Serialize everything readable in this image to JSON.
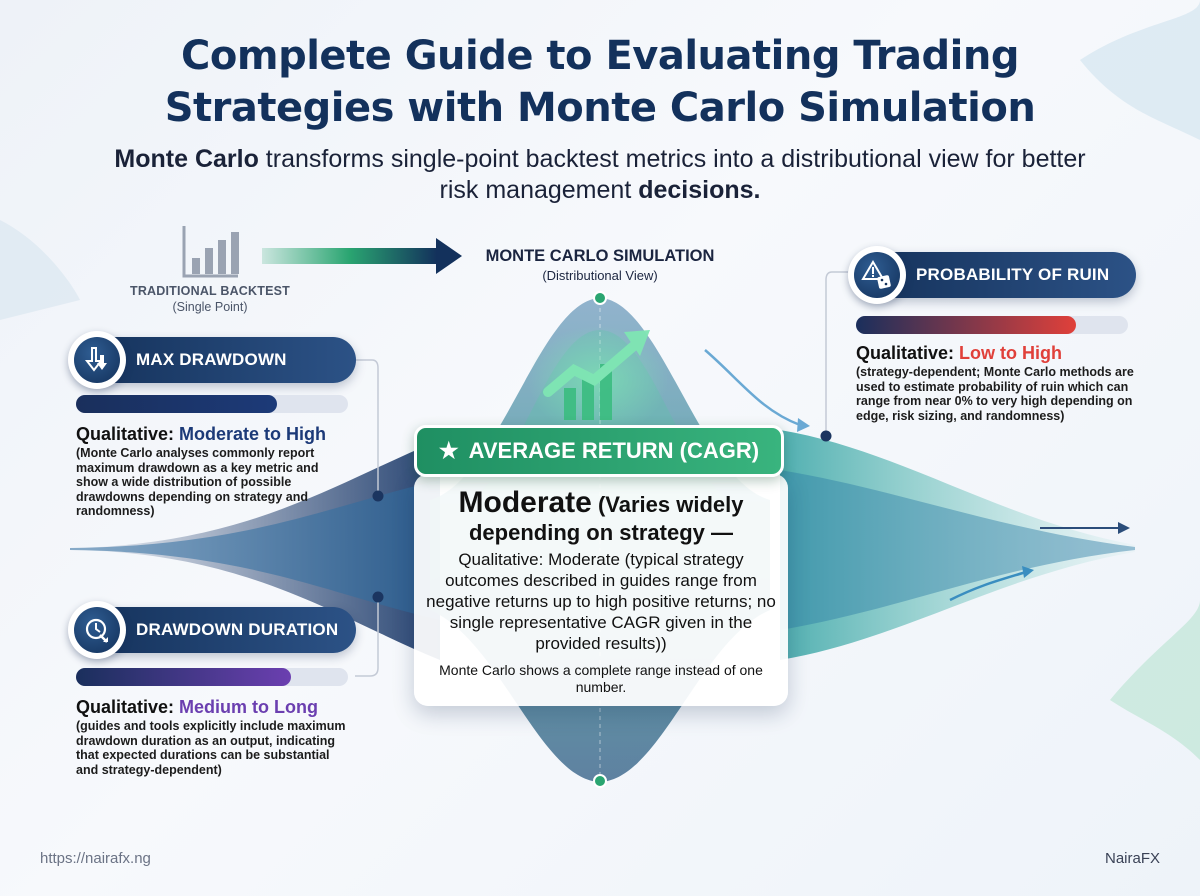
{
  "header": {
    "title_line1": "Complete Guide to Evaluating Trading",
    "title_line2": "Strategies with Monte Carlo Simulation",
    "subtitle_bold_start": "Monte Carlo",
    "subtitle_mid": " transforms single-point backtest metrics into a distributional view for better risk management ",
    "subtitle_bold_end": "decisions."
  },
  "flow": {
    "traditional_title": "TRADITIONAL BACKTEST",
    "traditional_sub": "(Single Point)",
    "monte_carlo_title": "MONTE CARLO SIMULATION",
    "monte_carlo_sub": "(Distributional View)"
  },
  "metrics": {
    "max_drawdown": {
      "label": "MAX DRAWDOWN",
      "level": 0.74,
      "bar_color": "#1c3a78",
      "qual_prefix": "Qualitative: ",
      "qual_value": "Moderate to High",
      "qual_color": "#1c3a78",
      "description": "(Monte Carlo analyses commonly report maximum drawdown as a key metric and show a wide distribution of possible drawdowns depending on strategy and randomness)"
    },
    "drawdown_duration": {
      "label": "DRAWDOWN DURATION",
      "level": 0.79,
      "bar_color": "#6b3fb0",
      "qual_prefix": "Qualitative: ",
      "qual_value": "Medium to Long",
      "qual_color": "#6b3fb0",
      "description": "(guides and tools explicitly include maximum drawdown duration as an output, indicating that expected durations can be substantial and strategy-dependent)"
    },
    "probability_of_ruin": {
      "label": "PROBABILITY OF RUIN",
      "level": 0.81,
      "bar_color": "#e0403a",
      "qual_prefix": "Qualitative: ",
      "qual_value": "Low to High",
      "qual_color": "#e0403a",
      "description": "(strategy-dependent; Monte Carlo methods are used to estimate probability of ruin which can range from near 0% to very high depending on edge, risk sizing, and randomness)"
    },
    "average_return": {
      "label": "AVERAGE RETURN (CAGR)",
      "headline_big": "Moderate",
      "headline_rest": " (Varies widely depending on strategy —",
      "body": "Qualitative: Moderate (typical strategy outcomes described in guides range from negative returns up to high positive returns; no single representative CAGR given in the provided results))",
      "footnote": "Monte Carlo shows a complete range instead of one number."
    }
  },
  "footer": {
    "url": "https://nairafx.ng",
    "brand": "NairaFX"
  },
  "colors": {
    "navy": "#13315c",
    "green": "#2aa571",
    "teal": "#4fb3a8"
  }
}
